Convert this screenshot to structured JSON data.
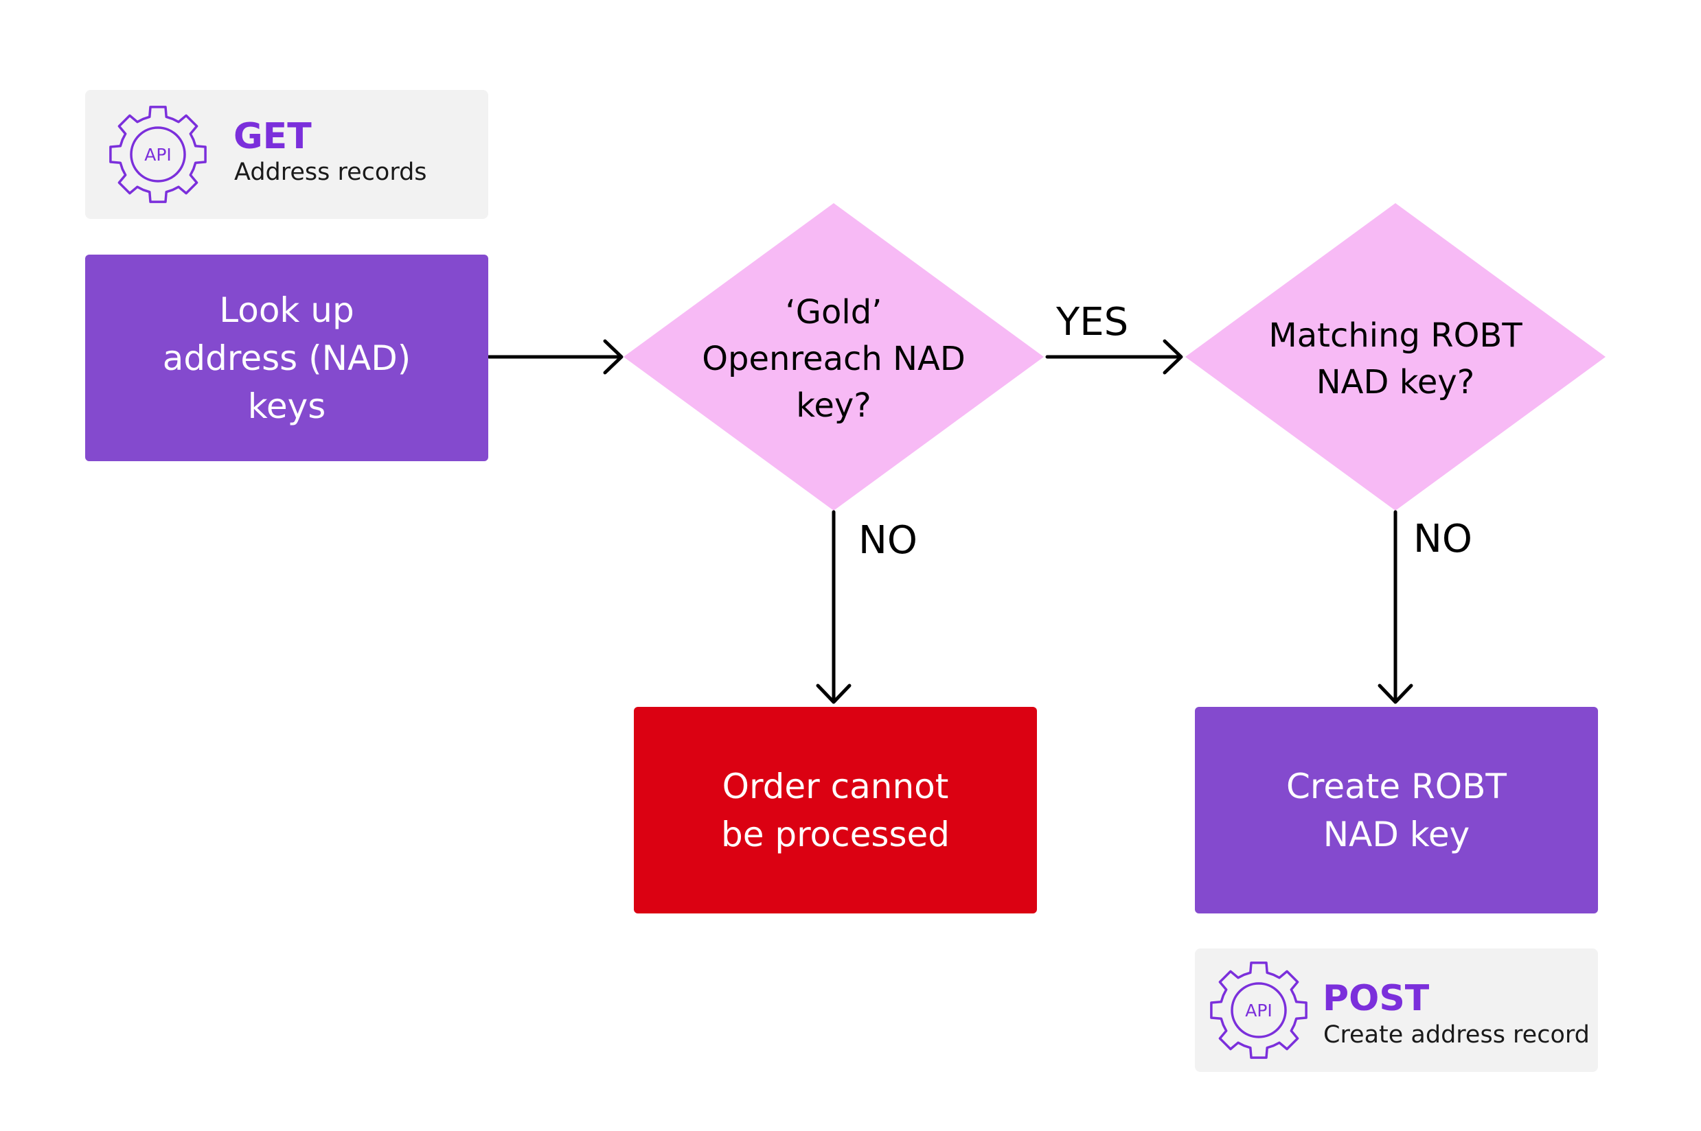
{
  "colors": {
    "purple": "#844ACE",
    "purple_text": "#7B2FDB",
    "pink": "#F7BAF5",
    "red": "#DB0112",
    "card_bg": "#F2F2F2",
    "line": "#000000"
  },
  "api_get": {
    "icon": "api-gear-icon",
    "icon_label": "API",
    "method": "GET",
    "description": "Address records"
  },
  "api_post": {
    "icon": "api-gear-icon",
    "icon_label": "API",
    "method": "POST",
    "description": "Create address record"
  },
  "nodes": {
    "lookup": {
      "lines": [
        "Look up",
        "address (NAD)",
        "keys"
      ]
    },
    "gold_decision": {
      "lines": [
        "‘Gold’",
        "Openreach NAD",
        "key?"
      ]
    },
    "robt_decision": {
      "lines": [
        "Matching ROBT",
        "NAD key?"
      ]
    },
    "order_fail": {
      "lines": [
        "Order cannot",
        "be processed"
      ]
    },
    "create_robt": {
      "lines": [
        "Create ROBT",
        "NAD key"
      ]
    }
  },
  "edges": {
    "gold_yes": "YES",
    "gold_no": "NO",
    "robt_no": "NO"
  }
}
